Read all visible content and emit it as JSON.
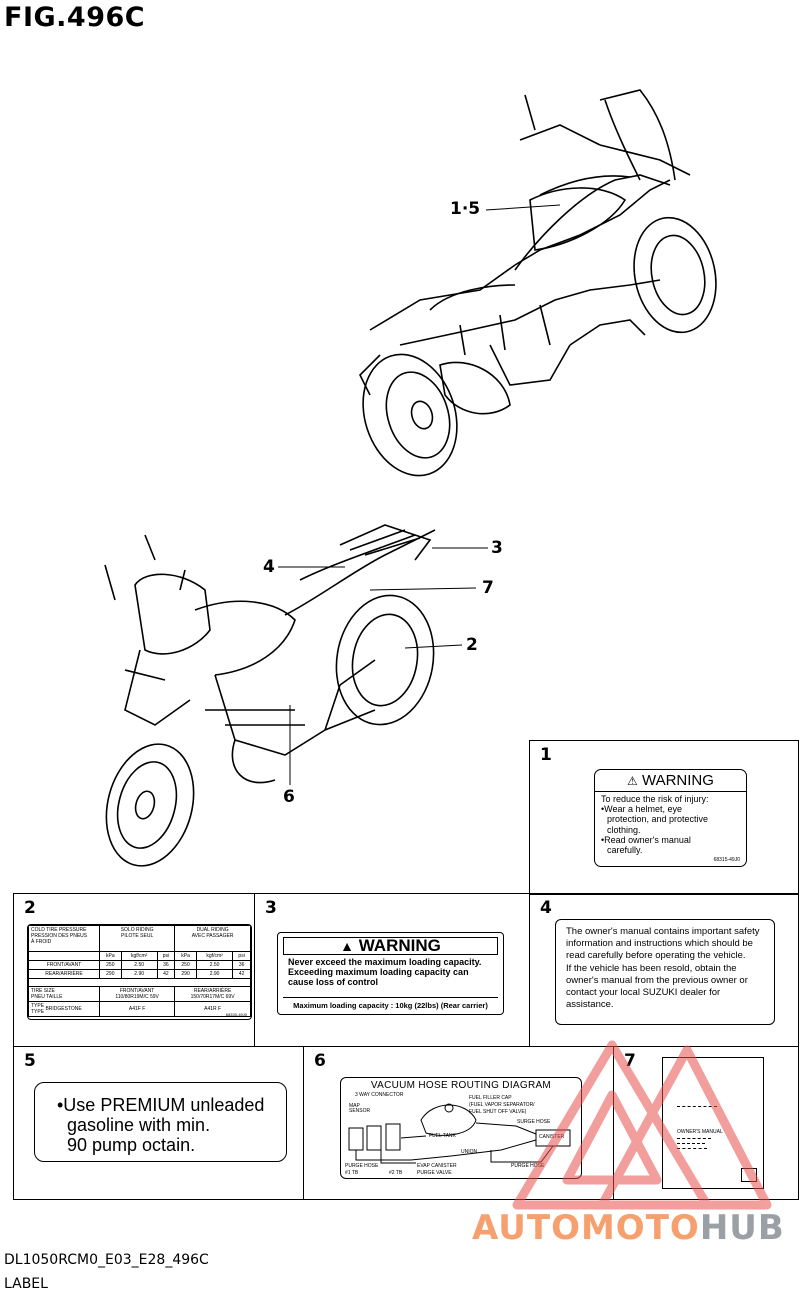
{
  "figure": {
    "title": "FIG.496C",
    "code": "DL1050RCM0_E03_E28_496C",
    "category": "LABEL"
  },
  "callouts": [
    {
      "id": "c15",
      "text": "1·5"
    },
    {
      "id": "c4",
      "text": "4"
    },
    {
      "id": "c3",
      "text": "3"
    },
    {
      "id": "c7",
      "text": "7"
    },
    {
      "id": "c2",
      "text": "2"
    },
    {
      "id": "c6",
      "text": "6"
    }
  ],
  "cells": {
    "c1": {
      "num": "1",
      "heading": "WARNING",
      "lines": [
        "To reduce the risk of injury:",
        "•Wear a helmet, eye",
        "protection, and protective",
        "clothing.",
        "•Read owner's manual",
        "carefully."
      ],
      "code": "68315-49J0"
    },
    "c2": {
      "num": "2",
      "head_left": [
        "COLD TIRE PRESSURE",
        "PRESSION DES PNEUS",
        "À FROID"
      ],
      "head_solo": [
        "SOLO RIDING",
        "PILOTE SEUL"
      ],
      "head_dual": [
        "DUAL RIDING",
        "AVEC PASSAGER"
      ],
      "units": [
        "kPa",
        "kgf/cm²",
        "psi",
        "kPa",
        "kgf/cm²",
        "psi"
      ],
      "row_front": [
        "FRONT/AVANT",
        "250",
        "2.50",
        "36",
        "250",
        "2.50",
        "36"
      ],
      "row_rear": [
        "REAR/ARRIÈRE",
        "290",
        "2.90",
        "42",
        "290",
        "2.90",
        "42"
      ],
      "tire_size_label": [
        "TIRE SIZE",
        "PNEU TAILLE"
      ],
      "tire_front": [
        "FRONT/AVANT",
        "110/80R19M/C 59V"
      ],
      "tire_rear": [
        "REAR/ARRIÈRE",
        "150/70R17M/C 69V"
      ],
      "type_label": [
        "TYPE",
        "TYPE"
      ],
      "brand": "BRIDGESTONE",
      "front_type": "A41F F",
      "rear_type": "A41R F",
      "code": "68330-49J0"
    },
    "c3": {
      "num": "3",
      "heading": "WARNING",
      "lines": [
        "Never exceed the maximum loading capacity.",
        "Exceeding maximum loading capacity can",
        "cause loss of control"
      ],
      "capacity": "Maximum loading capacity : 10kg (22lbs) (Rear carrier)"
    },
    "c4": {
      "num": "4",
      "lines": [
        "The owner's manual contains important safety",
        "information and instructions which should be",
        "read carefully before operating the vehicle.",
        "If the vehicle has been resold, obtain the",
        "owner's manual from the previous owner or",
        "contact your local SUZUKI dealer for",
        "assistance."
      ]
    },
    "c5": {
      "num": "5",
      "lines": [
        "•Use  PREMIUM unleaded",
        "gasoline  with  min.",
        "90  pump  octain."
      ]
    },
    "c6": {
      "num": "6",
      "title": "VACUUM HOSE ROUTING DIAGRAM",
      "labels": {
        "three_way": "3 WAY CONNECTOR",
        "map_sensor": "MAP SENSOR",
        "fuel_filler": "FUEL FILLER CAP",
        "fuel_vapor": "(FUEL VAPOR SEPARATOR/",
        "fuel_shutoff": "FUEL SHUT OFF VALVE)",
        "surge_hose": "SURGE HOSE",
        "fuel_tank": "FUEL TANK",
        "canister": "CANISTER",
        "union": "UNION",
        "purge_hose_left": "PURGE HOSE",
        "purge_hose_right": "PURGE HOSE",
        "cyl1": "#1 TB",
        "cyl2": "#2 TB",
        "evap1": "EVAP CANISTER",
        "evap2": "PURGE VALVE"
      }
    },
    "c7": {
      "num": "7",
      "manual": "OWNER'S MANUAL"
    }
  },
  "watermark": {
    "brand_left": "AUTOMOTO",
    "brand_right": "HUB",
    "color_left": "#f5a06e",
    "color_right": "#9aa0a6",
    "triangle_color": "#e8504c"
  }
}
